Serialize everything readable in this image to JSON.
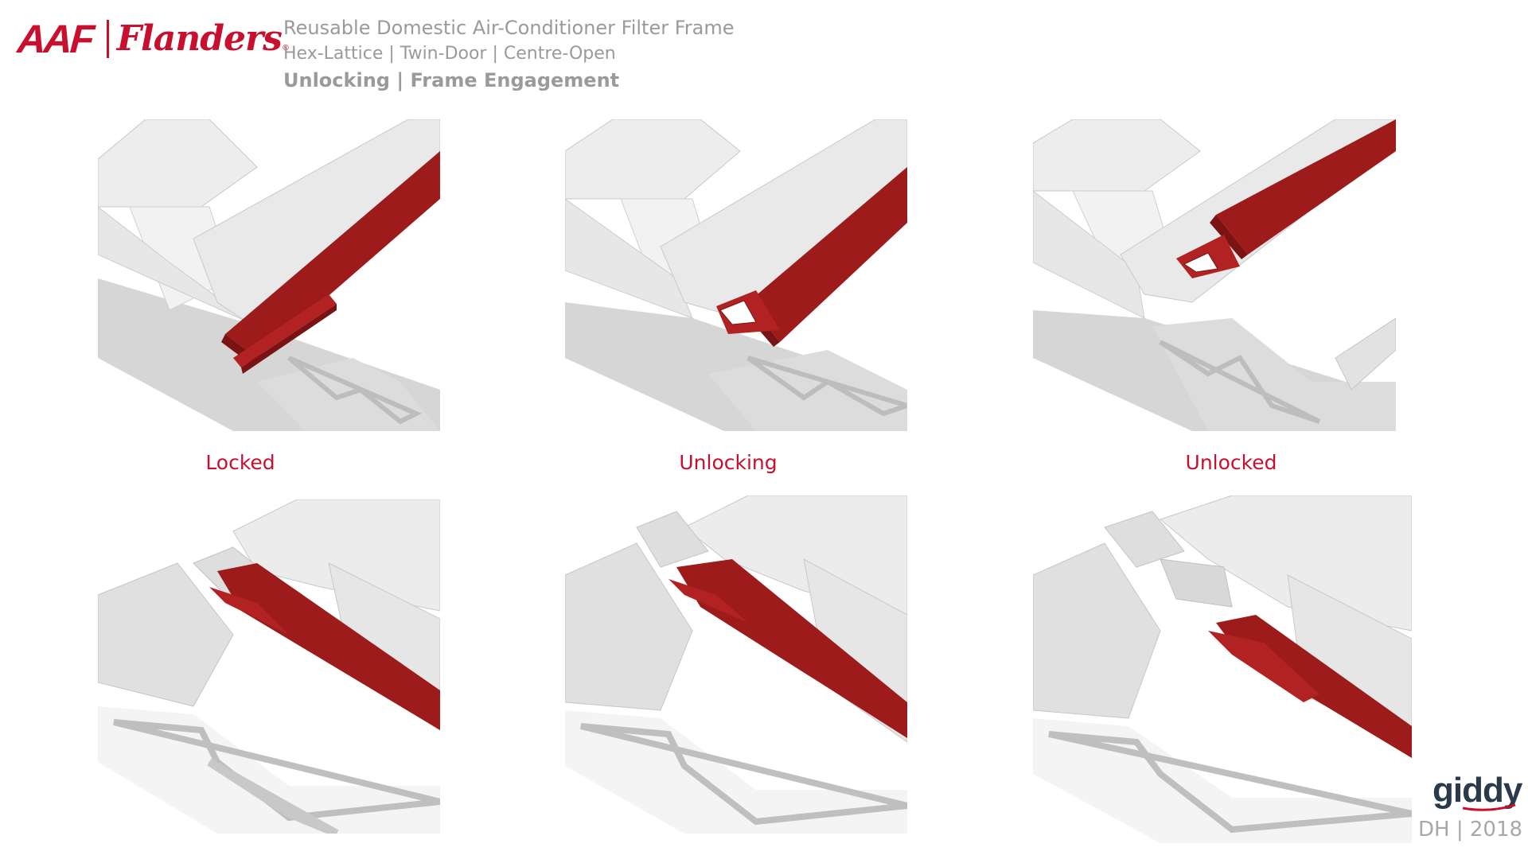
{
  "header": {
    "brand_left": "AAF",
    "brand_right": "Flanders",
    "brand_mark": "®",
    "title": "Reusable Domestic Air-Conditioner Filter Frame",
    "subtitle": "Hex-Lattice | Twin-Door | Centre-Open",
    "section": "Unlocking | Frame Engagement"
  },
  "states": [
    {
      "label": "Locked"
    },
    {
      "label": "Unlocking"
    },
    {
      "label": "Unlocked"
    }
  ],
  "footer": {
    "studio_logo": "giddy",
    "credit": "DH | 2018"
  },
  "colors": {
    "brand_red": "#c8102e",
    "latch_red": "#9e1b1b",
    "frame_grey": "#e4e4e4",
    "text_grey": "#9a9a9a"
  }
}
